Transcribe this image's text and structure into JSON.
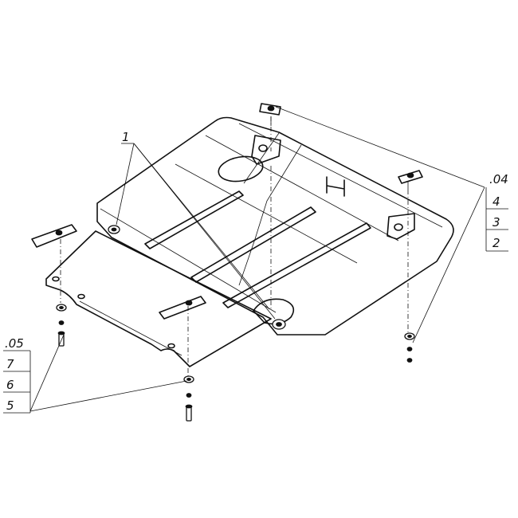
{
  "callouts": {
    "part_1": "1",
    "right_group": {
      "header": ".04",
      "items": [
        "4",
        "3",
        "2"
      ]
    },
    "left_group": {
      "header": ".05",
      "items": [
        "7",
        "6",
        "5"
      ]
    }
  },
  "colors": {
    "line": "#111111",
    "background": "#ffffff"
  }
}
